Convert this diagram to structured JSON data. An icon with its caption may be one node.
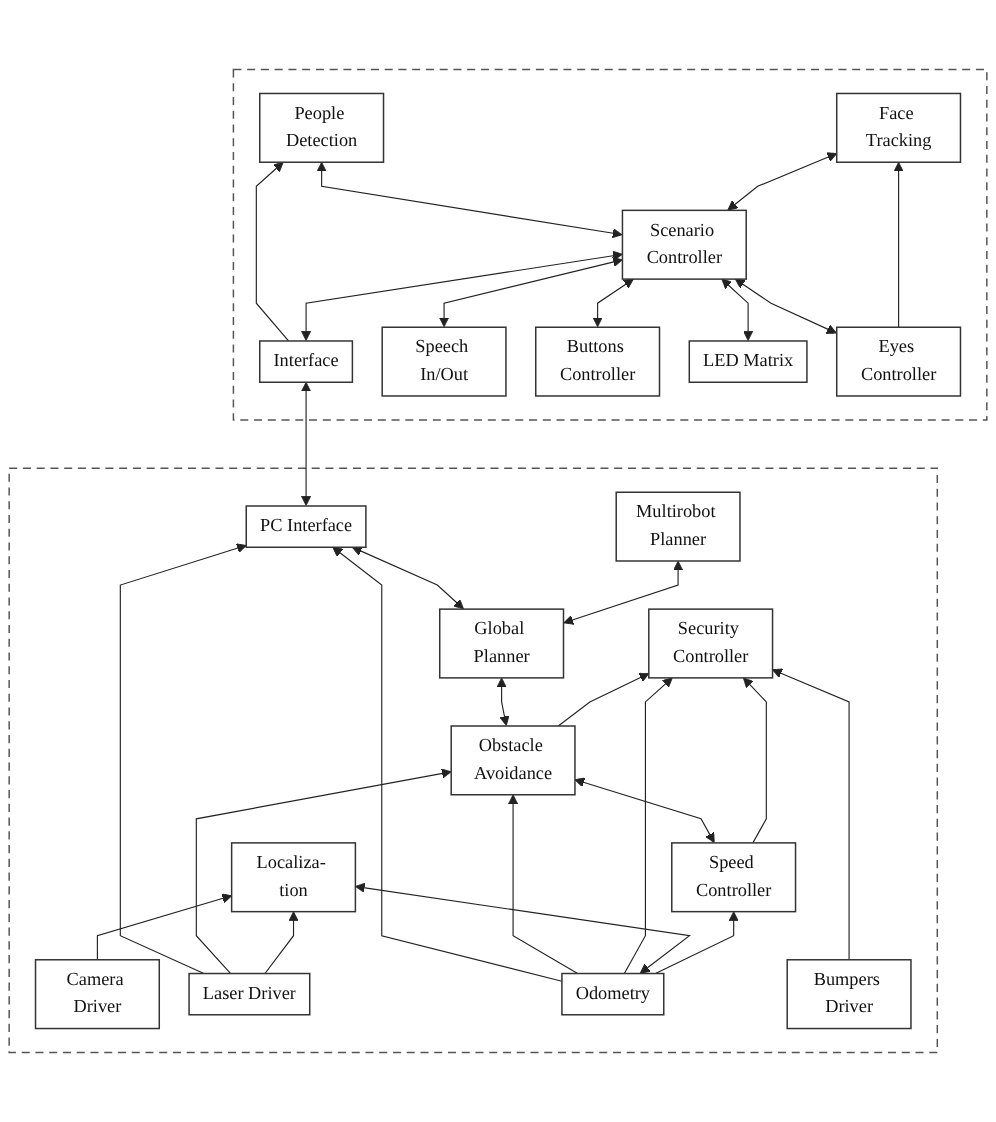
{
  "diagram": {
    "nodes": [
      {
        "text": [],
        "shape": "box"
      },
      {
        "text": [
          "People Detection"
        ],
        "in": 0
      },
      {
        "text": [
          "Scenario Controller"
        ],
        "in": 0
      },
      {
        "text": [
          "Face Tracking"
        ],
        "in": 0
      },
      {
        "text": [
          "Interface"
        ],
        "in": 0
      },
      {
        "text": [
          "Speech In/Out"
        ],
        "in": 0
      },
      {
        "text": [
          "Buttons Controller"
        ],
        "in": 0
      },
      {
        "text": [
          "LED Matrix"
        ],
        "in": 0
      },
      {
        "text": [
          "Eyes Controller"
        ],
        "in": 0
      },
      {
        "text": [],
        "shape": "box"
      },
      {
        "text": [
          "PC Interface"
        ],
        "in": 9
      },
      {
        "text": [
          "Global Planner"
        ],
        "in": 9
      },
      {
        "text": [
          "Multirobot Planner"
        ],
        "in": 9
      },
      {
        "text": [
          "Obstacle Avoidance"
        ],
        "in": 9
      },
      {
        "text": [
          "Security Controller"
        ],
        "in": 9
      },
      {
        "text": [
          "Localiza- tion"
        ],
        "in": 9
      },
      {
        "text": [
          "Speed Controller"
        ],
        "in": 9
      },
      {
        "text": [
          "Camera Driver"
        ],
        "in": 9
      },
      {
        "text": [
          "Laser Driver"
        ],
        "in": 9
      },
      {
        "text": [
          "Odometry"
        ],
        "in": 9
      },
      {
        "text": [
          "Bumpers Driver"
        ],
        "in": 9
      }
    ],
    "edges": [
      {
        "from": 2,
        "to": 1,
        "arrow": "both"
      },
      {
        "from": 2,
        "to": 3,
        "arrow": "both"
      },
      {
        "from": 4,
        "to": 1,
        "arrow": "to"
      },
      {
        "from": 4,
        "to": 2,
        "arrow": "both"
      },
      {
        "from": 5,
        "to": 2,
        "arrow": "both"
      },
      {
        "from": 6,
        "to": 2,
        "arrow": "both"
      },
      {
        "from": 7,
        "to": 2,
        "arrow": "both"
      },
      {
        "from": 8,
        "to": 2,
        "arrow": "both"
      },
      {
        "from": 8,
        "to": 3,
        "arrow": "to"
      },
      {
        "from": 10,
        "to": 4,
        "arrow": "both"
      },
      {
        "from": 11,
        "to": 10,
        "arrow": "both"
      },
      {
        "from": 11,
        "to": 12,
        "arrow": "both"
      },
      {
        "from": 13,
        "to": 11,
        "arrow": "both"
      },
      {
        "from": 13,
        "to": 14,
        "arrow": "to"
      },
      {
        "from": 18,
        "to": 10,
        "arrow": "to"
      },
      {
        "from": 19,
        "to": 10,
        "arrow": "to"
      },
      {
        "from": 18,
        "to": 13,
        "arrow": "to"
      },
      {
        "from": 16,
        "to": 13,
        "arrow": "both"
      },
      {
        "from": 19,
        "to": 13,
        "arrow": "to"
      },
      {
        "from": 16,
        "to": 14,
        "arrow": "to"
      },
      {
        "from": 19,
        "to": 14,
        "arrow": "to"
      },
      {
        "from": 20,
        "to": 14,
        "arrow": "to"
      },
      {
        "from": 17,
        "to": 15,
        "arrow": "to"
      },
      {
        "from": 18,
        "to": 15,
        "arrow": "to"
      },
      {
        "from": 19,
        "to": 15,
        "arrow": "both"
      },
      {
        "from": 19,
        "to": 16,
        "arrow": "to"
      }
    ]
  }
}
